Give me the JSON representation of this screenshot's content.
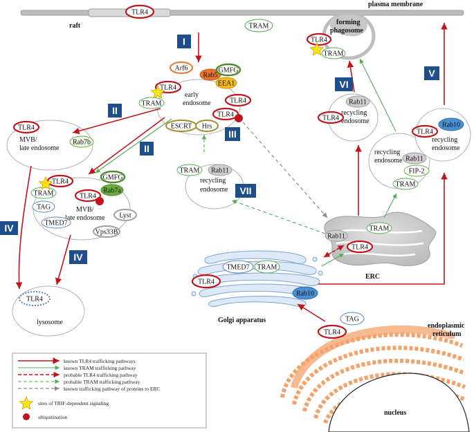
{
  "colors": {
    "tlr4": "#c0141c",
    "tram": "#4caf50",
    "gray": "#9e9e9e",
    "roman_box": "#1f4e8c",
    "star": "#ffe21a",
    "ubiquitin": "#c0141c",
    "golgi": "#dde9f7",
    "er": "#f4a26a",
    "rab5": "#e8742c",
    "eea1": "#f5b81c",
    "rab7a": "#6cab3c",
    "rab10": "#4a8fd4"
  },
  "labels": {
    "plasma_membrane": "plasma membrane",
    "raft": "raft",
    "early_endosome": [
      "early",
      "endosome"
    ],
    "mvb_late_endosome": [
      "MVB/",
      "late endosome"
    ],
    "recycling_endosome": [
      "recycling",
      "endosome"
    ],
    "forming_phagosome": [
      "forming",
      "phagosome"
    ],
    "lysosome": "lysosome",
    "golgi": "Golgi apparatus",
    "erc": "ERC",
    "er": [
      "endoplasmic",
      "reticulum"
    ],
    "nucleus": "nucleus"
  },
  "proteins": {
    "tlr4": "TLR4",
    "tram": "TRAM",
    "arf6": "Arf6",
    "rab5": "Rab5",
    "gmfg": "GMFG",
    "eea1": "EEA1",
    "escrt": "ESCRT",
    "hrs": "Hrs",
    "rab7b": "Rab7b",
    "rab7a": "Rab7a",
    "tag": "TAG",
    "tmed7": "TMED7",
    "lyst": "Lyst",
    "vps33b": "Vps33B",
    "rab11": "Rab11",
    "rab10": "Rab10",
    "fip2": "FIP-2"
  },
  "pathways": [
    "I",
    "II",
    "II",
    "III",
    "IV",
    "IV",
    "V",
    "VI",
    "VII"
  ],
  "legend": [
    {
      "kind": "tlr4-solid",
      "text": "known TLR4 trafficking pathways"
    },
    {
      "kind": "tram-solid",
      "text": "known TRAM trafficking pathway"
    },
    {
      "kind": "tlr4-dashed",
      "text": "probable TLR4 trafficking pathway"
    },
    {
      "kind": "tram-dashed",
      "text": "probable TRAM trafficking pathway"
    },
    {
      "kind": "gray-dashed",
      "text": "known trafficking pathway of proteins to ERC"
    },
    {
      "kind": "star",
      "text": "sites of TRIF-dependent signaling"
    },
    {
      "kind": "dot",
      "text": "ubiquitination"
    }
  ]
}
